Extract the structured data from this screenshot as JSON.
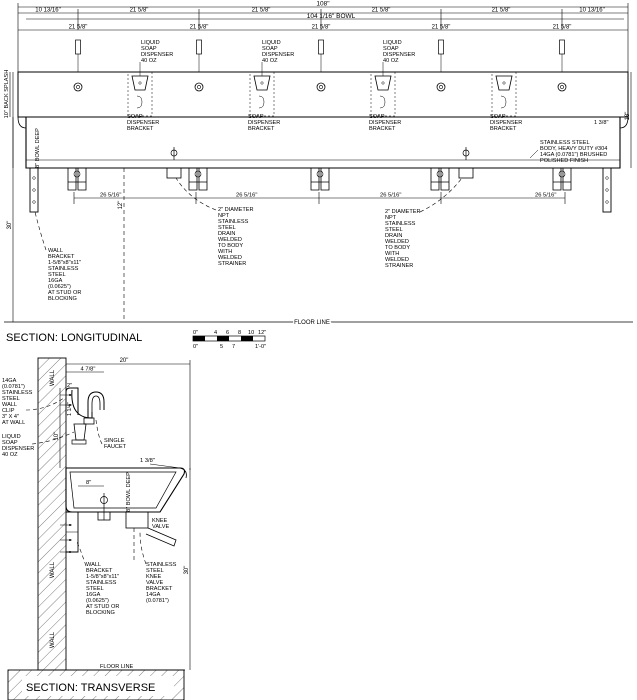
{
  "top_dims": {
    "overall": "108\"",
    "bowl": "104 1/16\" BOWL",
    "end_left": "10 13/16\"",
    "end_right": "10 13/16\"",
    "spacing": "21 5/8\""
  },
  "longitudinal": {
    "back_splash": "10\" BACK SPLASH",
    "bowl_deep": "8\" BOWL DEEP",
    "height_30": "30\"",
    "height_12": "12\"",
    "right_18": "18\"",
    "right_138": "1 3/8\"",
    "spacing_bottom": "26 5/16\"",
    "soap_dispenser": [
      "LIQUID",
      "SOAP",
      "DISPENSER",
      "40 OZ"
    ],
    "soap_bracket": [
      "SOAP",
      "DISPENSER",
      "BRACKET"
    ],
    "body_note": [
      "STAINLESS STEEL",
      "BODY, HEAVY DUTY #304",
      "14GA (0.0781\") BRUSHED",
      "POLISHED FINISH"
    ],
    "drain_note": [
      "2\" DIAMETER",
      "NPT",
      "STAINLESS",
      "STEEL",
      "DRAIN",
      "WELDED",
      "TO BODY",
      "WITH",
      "WELDED",
      "STRAINER"
    ],
    "wall_bracket": [
      "WALL",
      "BRACKET",
      "1-5/8\"x8\"x11\"",
      "STAINLESS",
      "STEEL",
      "16GA",
      "(0.0625\")",
      "AT STUD OR",
      "BLOCKING"
    ],
    "floor_line": "FLOOR LINE",
    "title": "SECTION: LONGITUDINAL"
  },
  "scale": {
    "top": [
      "0\"",
      "4",
      "6",
      "8",
      "10",
      "12\""
    ],
    "bottom": [
      "0\"",
      "5",
      "7",
      "1'-0\""
    ]
  },
  "transverse": {
    "width_20": "20\"",
    "dim_478": "4 7/8\"",
    "dim_2": "2\"",
    "dim_114": "1 1/4\"",
    "dim_10": "10\"",
    "dim_138": "1 3/8\"",
    "dim_8": "8\"",
    "dim_30": "30\"",
    "bowl_deep": "8\" BOWL DEEP",
    "wall": "WALL",
    "wall_clip": [
      "14GA",
      "(0.0781\")",
      "STAINLESS",
      "STEEL",
      "WALL",
      "CLIP",
      "3\" X 4\"",
      "AT WALL"
    ],
    "soap": [
      "LIQUID",
      "SOAP",
      "DISPENSER",
      "40 OZ"
    ],
    "faucet": [
      "SINGLE",
      "FAUCET"
    ],
    "knee_valve": [
      "KNEE",
      "VALVE"
    ],
    "knee_bracket": [
      "STAINLESS",
      "STEEL",
      "KNEE",
      "VALVE",
      "BRACKET",
      "14GA",
      "(0.0781\")"
    ],
    "wall_bracket": [
      "WALL",
      "BRACKET",
      "1-5/8\"x8\"x11\"",
      "STAINLESS",
      "STEEL",
      "16GA",
      "(0.0625\")",
      "AT STUD OR",
      "BLOCKING"
    ],
    "floor_line": "FLOOR LINE",
    "title": "SECTION: TRANSVERSE"
  }
}
